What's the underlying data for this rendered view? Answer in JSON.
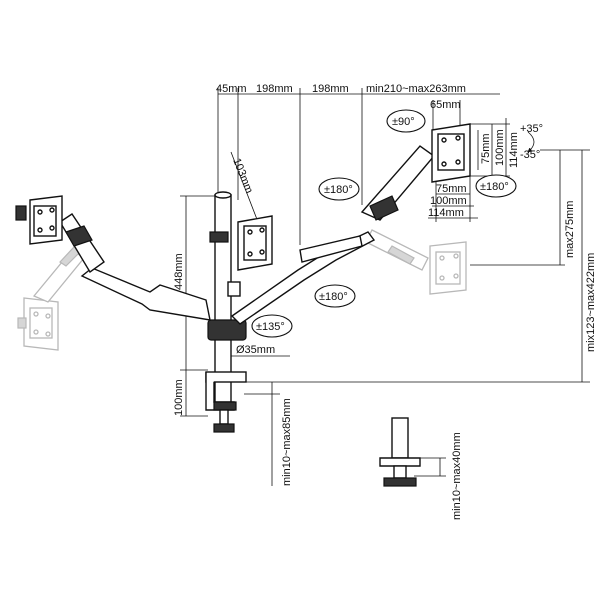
{
  "dimensions": {
    "top_45": "45mm",
    "top_198_a": "198mm",
    "top_198_b": "198mm",
    "top_range": "min210~max263mm",
    "arm_103": "103mm",
    "height_448": "448mm",
    "clamp_100": "100mm",
    "desk_clamp": "min10~max85mm",
    "grommet": "min10~max40mm",
    "pole_dia": "Ø35mm",
    "plate_65": "65mm",
    "vesa_75_v": "75mm",
    "vesa_100_v": "100mm",
    "vesa_114_v": "114mm",
    "vesa_75_h": "75mm",
    "vesa_100_h": "100mm",
    "vesa_114_h": "114mm",
    "max_275": "max275mm",
    "range_123_422": "mix123~max422mm"
  },
  "rotations": {
    "tilt_90": "±90°",
    "swivel_180_right": "±180°",
    "swivel_180_left": "±180°",
    "swivel_180_lower": "±180°",
    "base_135": "±135°",
    "tilt_up": "+35°",
    "tilt_down": "-35°"
  }
}
